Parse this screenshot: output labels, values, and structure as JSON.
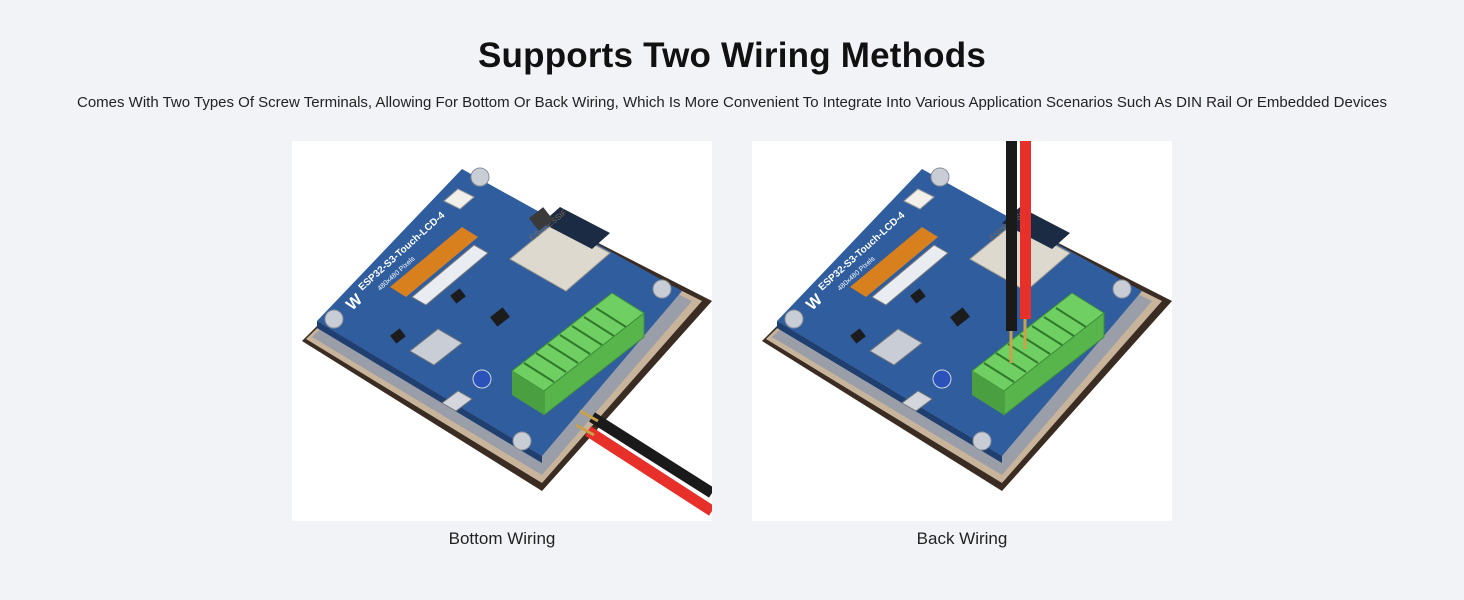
{
  "header": {
    "title": "Supports Two Wiring Methods",
    "subtitle": "Comes With Two Types Of Screw Terminals, Allowing For Bottom Or Back Wiring, Which Is More Convenient To Integrate Into Various Application Scenarios Such As DIN Rail Or Embedded Devices"
  },
  "panels": [
    {
      "caption": "Bottom Wiring",
      "board_label": "ESP32-S3-Touch-LCD-4",
      "board_sublabel": "480x480 Pixels",
      "module_label": "ESPRESSIF"
    },
    {
      "caption": "Back Wiring",
      "board_label": "ESP32-S3-Touch-LCD-4",
      "board_sublabel": "480x480 Pixels",
      "module_label": "ESPRESSIF"
    }
  ],
  "colors": {
    "background": "#f2f3f7",
    "pcb": "#2f5d9e",
    "terminal": "#6fcf63",
    "wire_black": "#1a1a1a",
    "wire_red": "#e8302b"
  }
}
